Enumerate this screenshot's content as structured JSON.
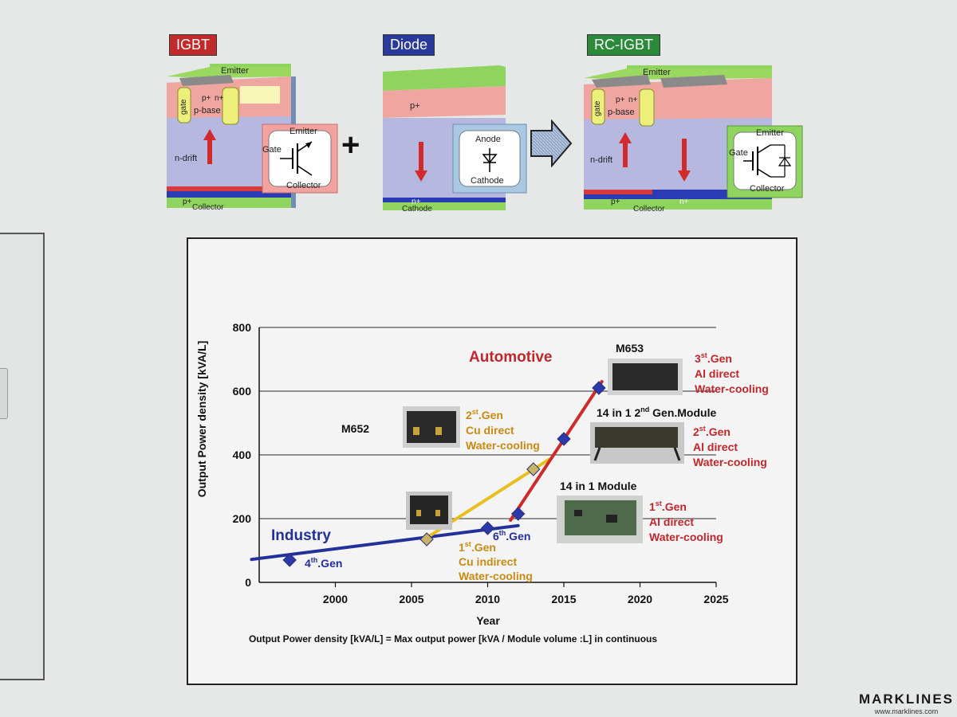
{
  "devices": {
    "igbt": {
      "label": "IGBT",
      "label_color": "#c02a2a",
      "emitter": "Emitter",
      "gate_side": "gate",
      "p_plus": "p+",
      "n_plus": "n+",
      "p_base": "p-base",
      "n_drift": "n-drift",
      "bottom_p": "p+",
      "collector": "Collector",
      "symbol": {
        "emitter": "Emitter",
        "gate": "Gate",
        "collector": "Collector"
      }
    },
    "diode": {
      "label": "Diode",
      "label_color": "#2a3a9a",
      "p_plus": "p+",
      "n_plus": "n+",
      "cathode": "Cathode",
      "symbol": {
        "anode": "Anode",
        "cathode": "Cathode"
      }
    },
    "rc_igbt": {
      "label": "RC-IGBT",
      "label_color": "#2a8a3a",
      "emitter": "Emitter",
      "gate_side": "gate",
      "p_plus": "p+",
      "n_plus": "n+",
      "p_base": "p-base",
      "n_drift": "n-drift",
      "bottom_p": "p+",
      "bottom_n": "n+",
      "collector": "Collector",
      "symbol": {
        "emitter": "Emitter",
        "gate": "Gate",
        "collector": "Collector"
      }
    },
    "plus_sign": "+"
  },
  "chart_data": {
    "type": "line",
    "xlabel": "Year",
    "ylabel": "Output Power density [kVA/L]",
    "footnote": "Output Power density [kVA/L] = Max output power [kVA / Module volume :L] in continuous",
    "xlim": [
      1995,
      2025
    ],
    "ylim": [
      0,
      800
    ],
    "xticks": [
      2000,
      2005,
      2010,
      2015,
      2020,
      2025
    ],
    "yticks": [
      0,
      200,
      400,
      600,
      800
    ],
    "series": [
      {
        "name": "Industry",
        "color": "#24309a",
        "line_x": [
          1994.5,
          2012
        ],
        "line_y": [
          72,
          178
        ],
        "points": [
          {
            "x": 1997,
            "y": 70
          },
          {
            "x": 2010,
            "y": 170
          }
        ]
      },
      {
        "name": "",
        "color": "#e8bf1e",
        "line_x": [
          2006,
          2014
        ],
        "line_y": [
          140,
          385
        ],
        "points": [
          {
            "x": 2006,
            "y": 135
          },
          {
            "x": 2013,
            "y": 355
          }
        ]
      },
      {
        "name": "Automotive",
        "color": "#cf2a2a",
        "line_x": [
          2011.5,
          2017.5
        ],
        "line_y": [
          195,
          630
        ],
        "points": [
          {
            "x": 2012,
            "y": 215
          },
          {
            "x": 2015,
            "y": 450
          },
          {
            "x": 2017.3,
            "y": 610
          }
        ]
      }
    ],
    "annotations": {
      "industry_gen4": {
        "base": "4",
        "sup": "th",
        "rest": ".Gen"
      },
      "industry_gen6": {
        "base": "6",
        "sup": "th",
        "rest": ".Gen"
      },
      "cu_indirect": {
        "base": "1",
        "sup": "st",
        "rest": ".Gen",
        "lines": [
          "Cu indirect",
          "Water-cooling"
        ]
      },
      "cu_direct": {
        "base": "2",
        "sup": "st",
        "rest": ".Gen",
        "lines": [
          "Cu direct",
          "Water-cooling"
        ]
      },
      "al_direct_1": {
        "base": "1",
        "sup": "st",
        "rest": ".Gen",
        "lines": [
          "Al direct",
          "Water-cooling"
        ]
      },
      "al_direct_2": {
        "base": "2",
        "sup": "st",
        "rest": ".Gen",
        "lines": [
          "Al direct",
          "Water-cooling"
        ]
      },
      "al_direct_3": {
        "base": "3",
        "sup": "st",
        "rest": ".Gen",
        "lines": [
          "Al direct",
          "Water-cooling"
        ]
      },
      "m652": "M652",
      "m653": "M653",
      "module_14in1": "14 in 1 Module",
      "module_14in1_2nd": {
        "before": "14 in 1 2",
        "sup": "nd",
        "after": " Gen.Module"
      }
    },
    "colors": {
      "gold_text": "#c98a12",
      "red_text": "#c0272d",
      "blue_text": "#24309a"
    }
  },
  "watermark": {
    "main": "MARKLINES",
    "sub": "www.marklines.com"
  }
}
